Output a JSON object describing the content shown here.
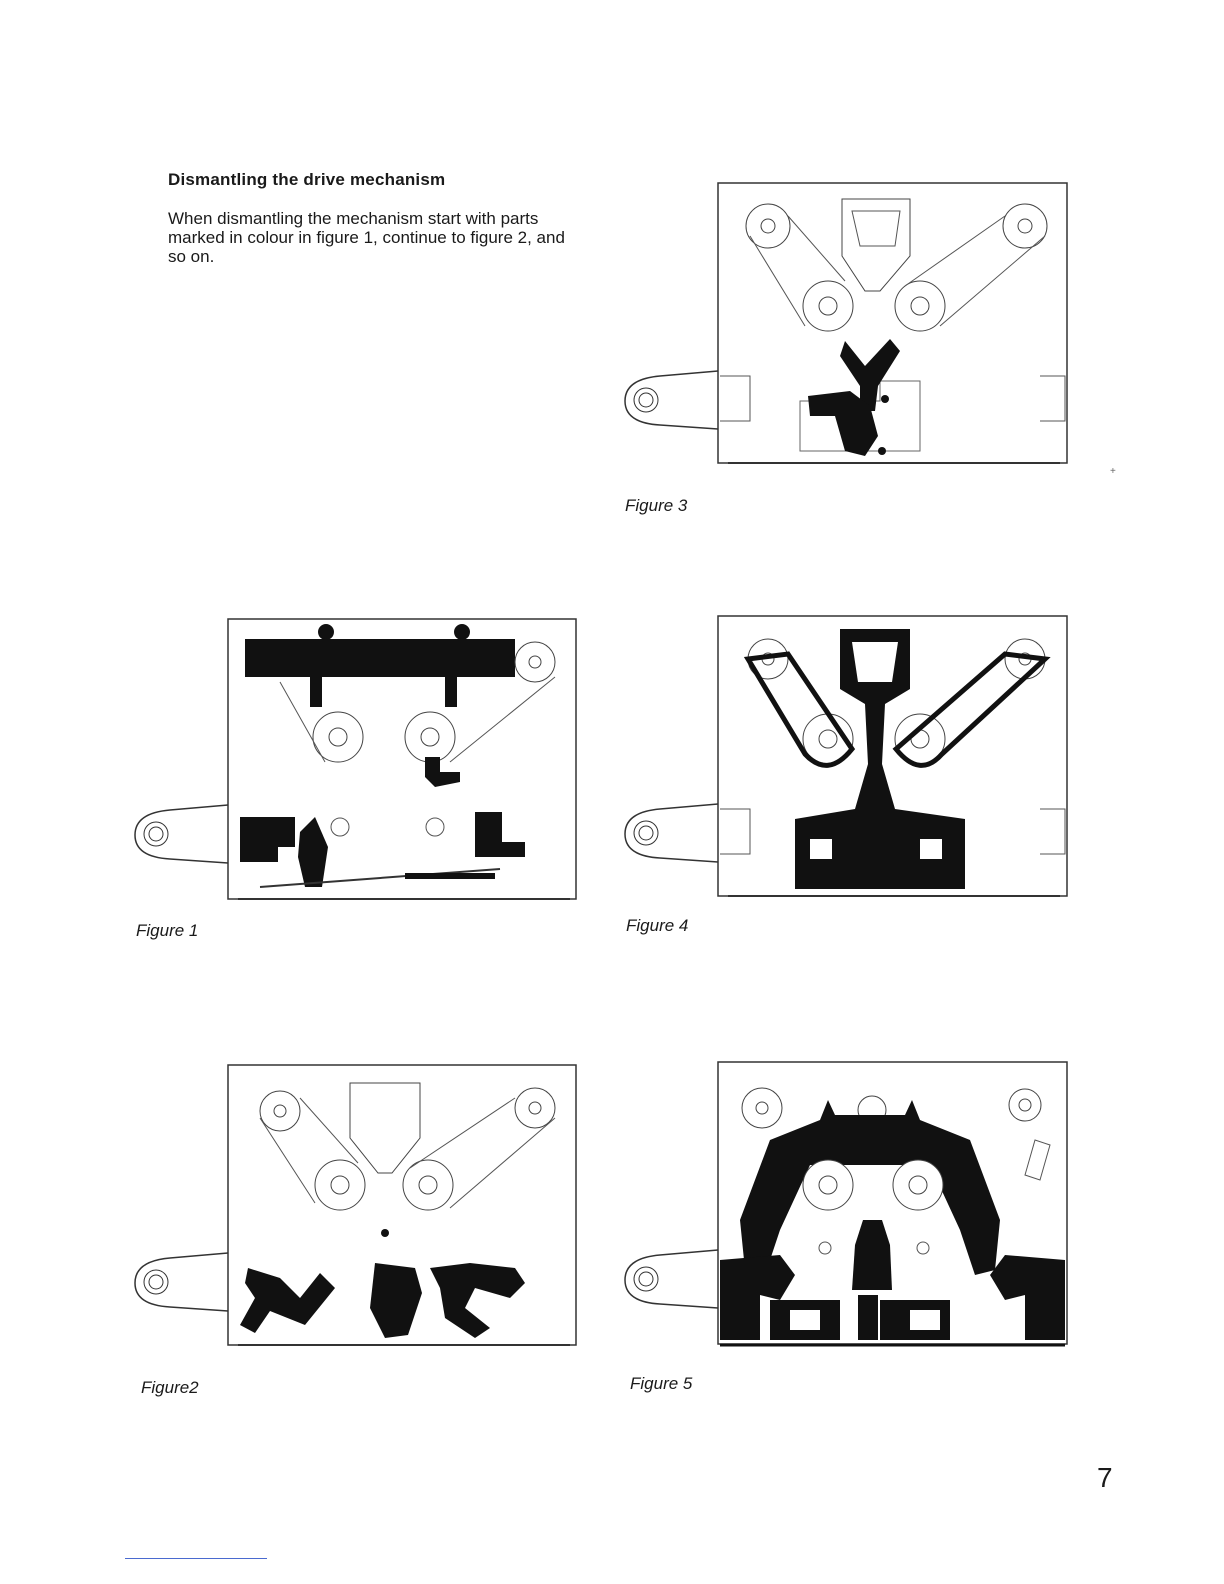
{
  "section": {
    "heading": "Dismantling the drive mechanism",
    "intro": "When dismantling the mechanism start with parts marked in colour in figure 1, continue to figure 2, and so on."
  },
  "figures": [
    {
      "caption": "Figure 3"
    },
    {
      "caption": "Figure 1"
    },
    {
      "caption": "Figure 4"
    },
    {
      "caption": "Figure2"
    },
    {
      "caption": "Figure 5"
    }
  ],
  "page": {
    "number": "7"
  },
  "colors": {
    "ink": "#1a1a1a",
    "highlight": "#111111",
    "line": "#333333"
  }
}
